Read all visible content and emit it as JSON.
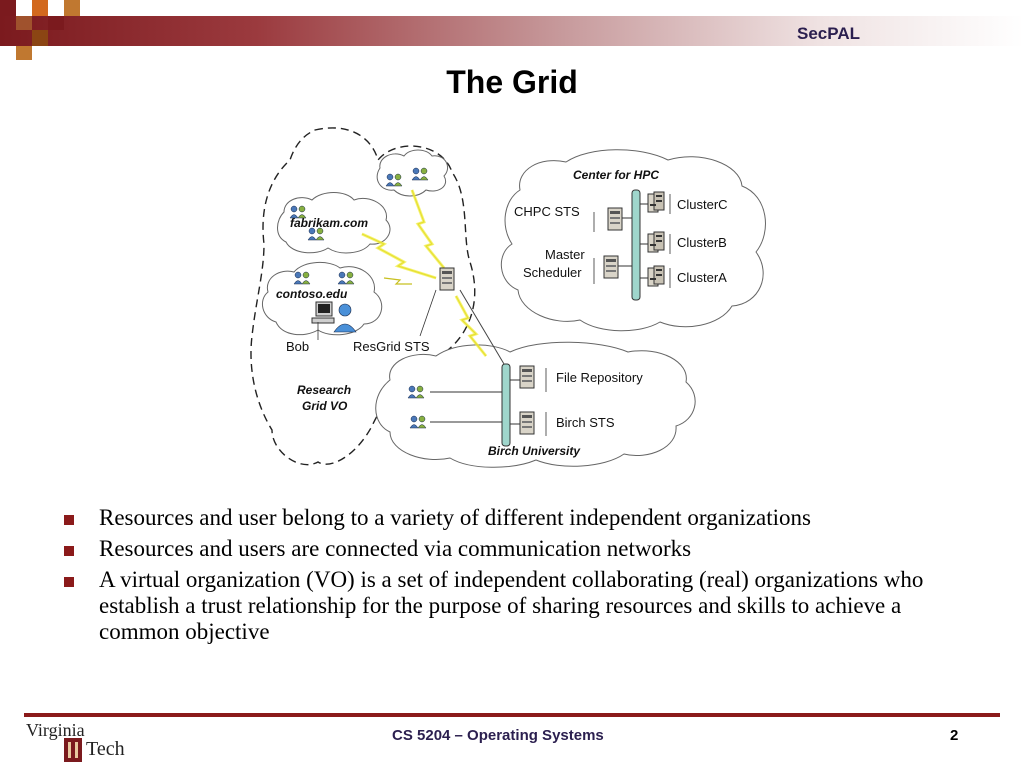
{
  "header": {
    "title": "SecPAL"
  },
  "slide": {
    "title": "The Grid"
  },
  "diagram": {
    "org_labels": {
      "fabrikam": "fabrikam.com",
      "contoso": "contoso.edu",
      "research_vo_line1": "Research",
      "research_vo_line2": "Grid VO",
      "center_hpc": "Center for HPC",
      "birch": "Birch University"
    },
    "node_labels": {
      "bob": "Bob",
      "resgrid_sts": "ResGrid STS",
      "chpc_sts": "CHPC STS",
      "master_line1": "Master",
      "master_line2": "Scheduler",
      "cluster_c": "ClusterC",
      "cluster_b": "ClusterB",
      "cluster_a": "ClusterA",
      "file_repository": "File Repository",
      "birch_sts": "Birch STS"
    }
  },
  "bullets": [
    "Resources and user belong to a variety of different independent organizations",
    "Resources and users are connected via communication networks",
    "A virtual organization (VO) is a set of independent collaborating (real) organizations who establish a trust relationship for the purpose of sharing resources and skills to achieve a common objective"
  ],
  "footer": {
    "course": "CS 5204 – Operating Systems",
    "page": "2",
    "logo_line1": "Virginia",
    "logo_line2": "Tech"
  },
  "colors": {
    "maroon": "#7b1a1e",
    "bullet": "#8b1a1a",
    "header_text": "#2b1f4f",
    "bar_teal": "#9fd6cc",
    "lightning": "#f2ee3a"
  }
}
